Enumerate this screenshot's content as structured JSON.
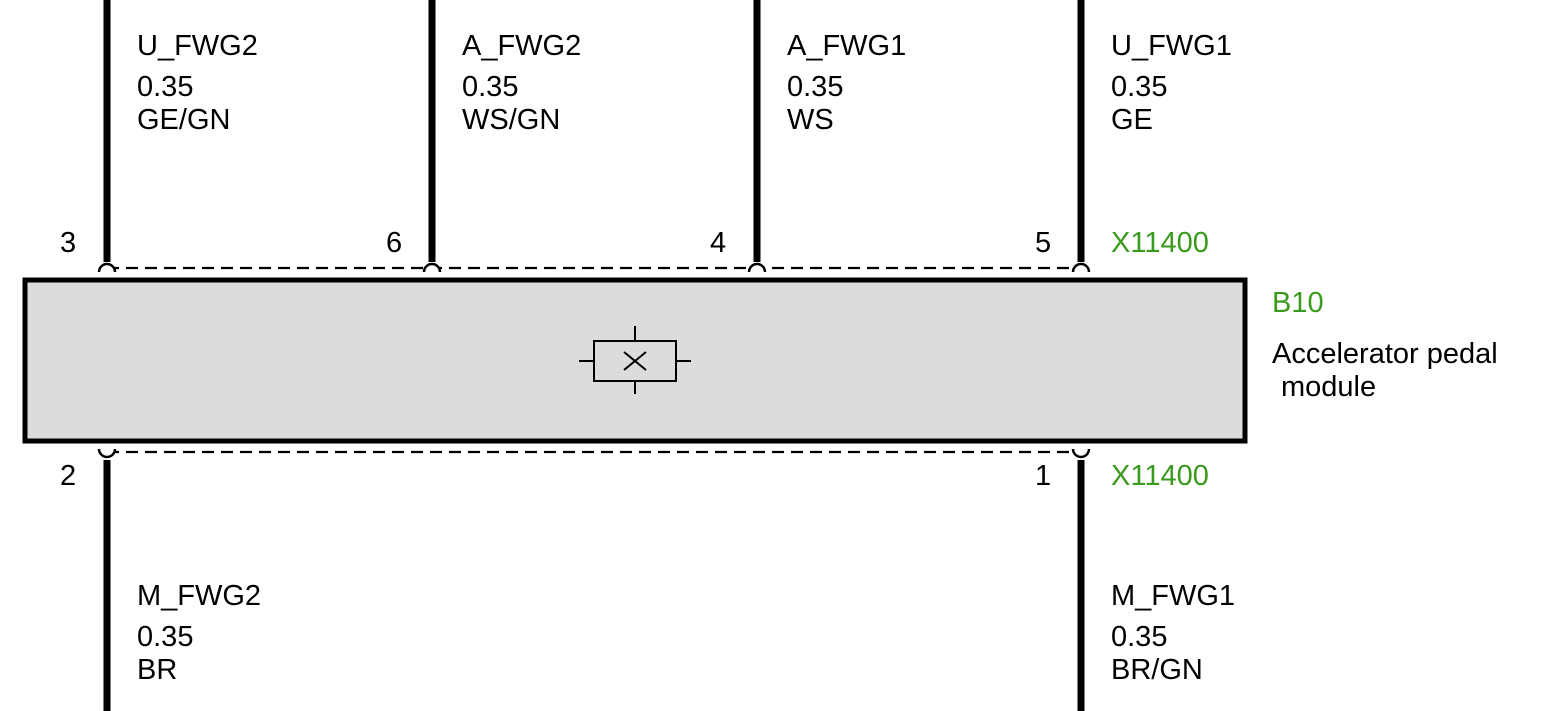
{
  "colors": {
    "wire": "#000000",
    "module_fill": "#dcdcdc",
    "reference": "#3a9a1e"
  },
  "top_wires": [
    {
      "signal": "U_FWG2",
      "cross_section": "0.35",
      "color_code": "GE/GN",
      "pin": "3"
    },
    {
      "signal": "A_FWG2",
      "cross_section": "0.35",
      "color_code": "WS/GN",
      "pin": "6"
    },
    {
      "signal": "A_FWG1",
      "cross_section": "0.35",
      "color_code": "WS",
      "pin": "4"
    },
    {
      "signal": "U_FWG1",
      "cross_section": "0.35",
      "color_code": "GE",
      "pin": "5"
    }
  ],
  "bottom_wires": [
    {
      "signal": "M_FWG2",
      "cross_section": "0.35",
      "color_code": "BR",
      "pin": "2"
    },
    {
      "signal": "M_FWG1",
      "cross_section": "0.35",
      "color_code": "BR/GN",
      "pin": "1"
    }
  ],
  "connectors": {
    "top": "X11400",
    "bottom": "X11400"
  },
  "component": {
    "id": "B10",
    "name_line1": "Accelerator pedal",
    "name_line2": "module",
    "symbol": "sensor-symbol"
  }
}
